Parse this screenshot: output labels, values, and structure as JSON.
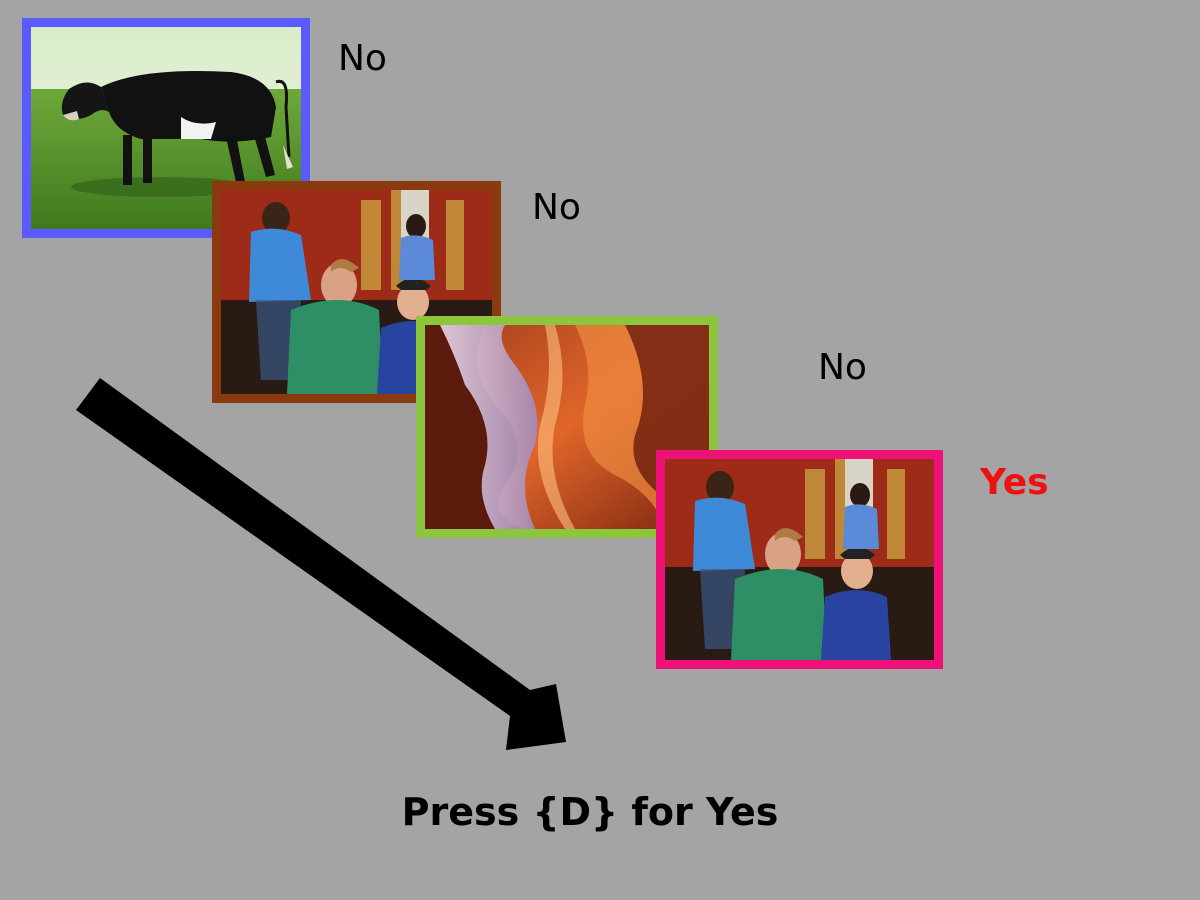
{
  "trials": [
    {
      "image": "cow-in-field-photo",
      "border_color": "#5a5aff",
      "response": "No"
    },
    {
      "image": "people-in-ornate-temple-photo",
      "border_color": "#8b3a10",
      "response": "No"
    },
    {
      "image": "slot-canyon-photo",
      "border_color": "#8cc63f",
      "response": "No"
    },
    {
      "image": "people-in-ornate-temple-photo",
      "border_color": "#ee1177",
      "response": "Yes"
    }
  ],
  "colors": {
    "background": "#a4a4a4",
    "no_text": "#000000",
    "yes_text": "#ee1111"
  },
  "instruction": "Press {D} for Yes"
}
